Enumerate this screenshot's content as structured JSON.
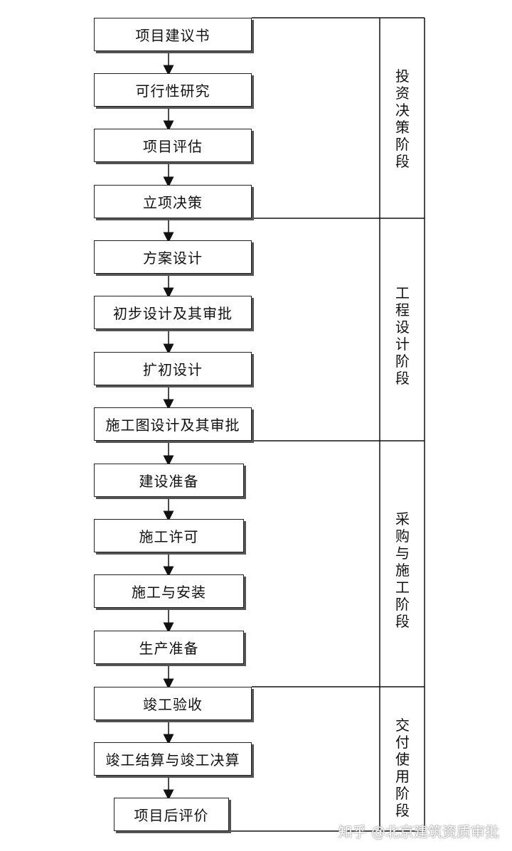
{
  "steps": [
    "项目建议书",
    "可行性研究",
    "项目评估",
    "立项决策",
    "方案设计",
    "初步设计及其审批",
    "扩初设计",
    "施工图设计及其审批",
    "建设准备",
    "施工许可",
    "施工与安装",
    "生产准备",
    "竣工验收",
    "竣工结算与竣工决算",
    "项目后评价"
  ],
  "stages": [
    "投资决策阶段",
    "工程设计阶段",
    "采购与施工阶段",
    "交付使用阶段"
  ],
  "watermark": "知乎 @北京建筑资质审批"
}
